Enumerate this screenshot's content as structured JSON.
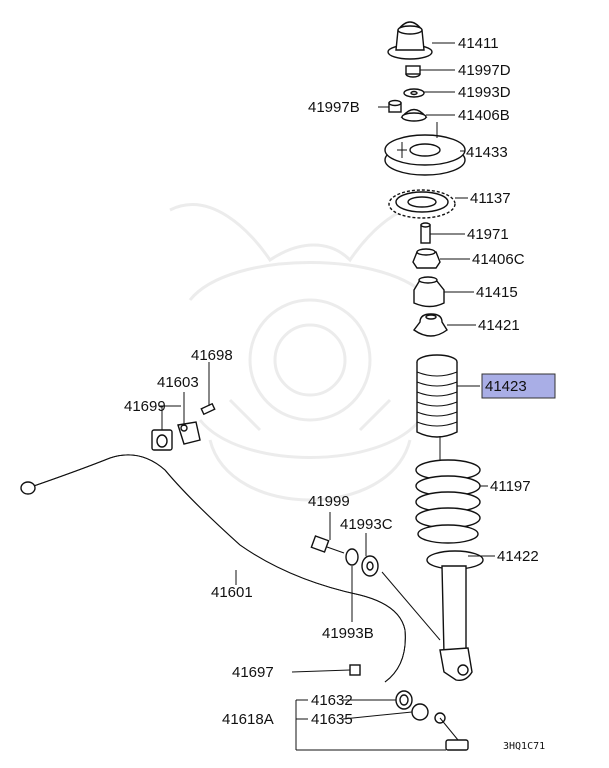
{
  "parts": {
    "p41411": "41411",
    "p41997d": "41997D",
    "p41993d": "41993D",
    "p41997b": "41997B",
    "p41406b": "41406B",
    "p41433": "41433",
    "p41137": "41137",
    "p41971": "41971",
    "p41406c": "41406C",
    "p41415": "41415",
    "p41421": "41421",
    "p41423": "41423",
    "p41698": "41698",
    "p41603": "41603",
    "p41699": "41699",
    "p41197": "41197",
    "p41999": "41999",
    "p41993c": "41993C",
    "p41422": "41422",
    "p41601": "41601",
    "p41993b": "41993B",
    "p41697": "41697",
    "p41632": "41632",
    "p41635": "41635",
    "p41618a": "41618A"
  },
  "diagram_code": "3HQ1C71",
  "highlight_color": "#a9aee6",
  "watermark_color": "#ececec"
}
